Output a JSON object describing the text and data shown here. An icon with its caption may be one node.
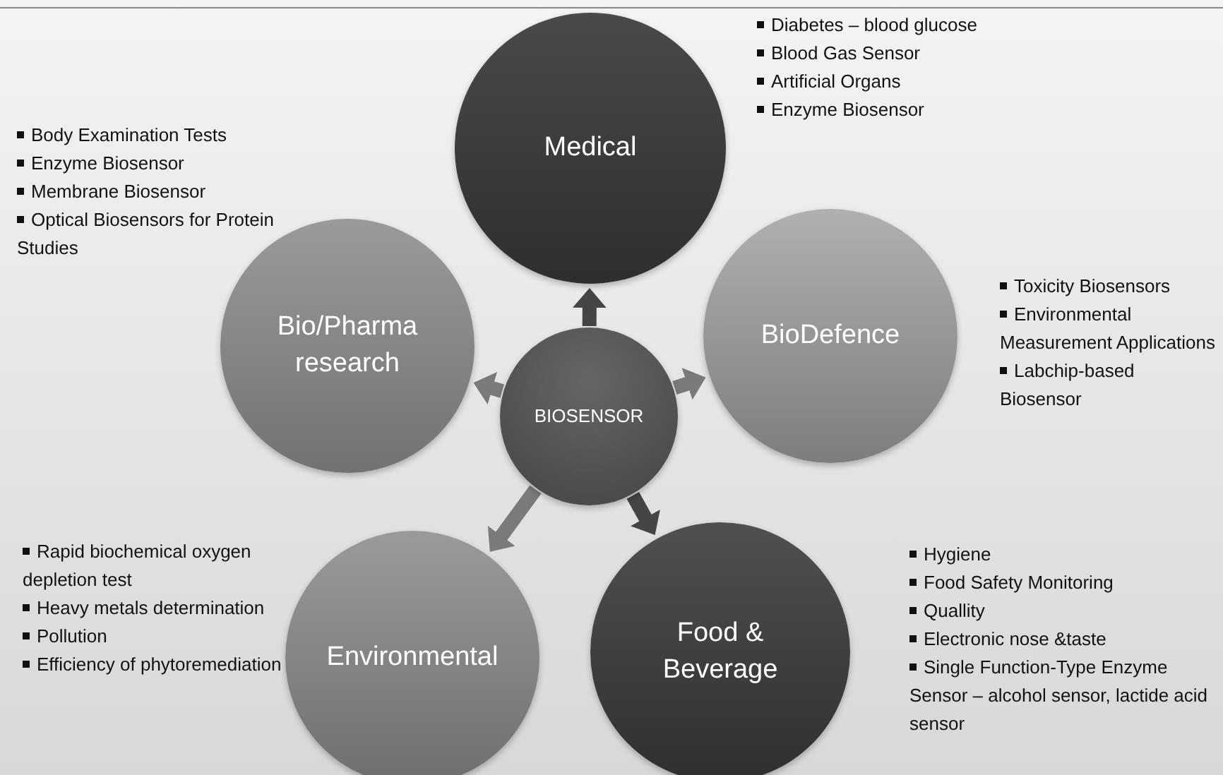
{
  "diagram": {
    "nodes": [
      {
        "text": [
          "BIOSENSOR"
        ]
      },
      {
        "text": [
          "Medical"
        ],
        "beside": [
          "Diabetes – blood glucose",
          "Blood Gas Sensor",
          "Artificial Organs",
          "Enzyme Biosensor"
        ]
      },
      {
        "text": [
          "BioDefence"
        ],
        "beside": [
          "Toxicity Biosensors",
          "Environmental Measurement Applications",
          "Labchip-based Biosensor"
        ]
      },
      {
        "text": [
          "Food & Beverage"
        ],
        "beside": [
          "Hygiene",
          "Food Safety Monitoring",
          "Quallity",
          "Electronic nose &taste",
          "Single Function-Type Enzyme Sensor – alcohol sensor, lactide acid sensor"
        ]
      },
      {
        "text": [
          "Environmental"
        ],
        "beside": [
          "Rapid biochemical oxygen depletion test",
          "Heavy metals determination",
          "Pollution",
          "Efficiency of phytoremediation"
        ]
      },
      {
        "text": [
          "Bio/Pharma research"
        ],
        "beside": [
          "Body Examination Tests",
          "Enzyme Biosensor",
          "Membrane Biosensor",
          "Optical Biosensors for Protein Studies"
        ]
      }
    ],
    "edges": [
      {
        "from": 0,
        "to": 1,
        "arrow": "to"
      },
      {
        "from": 0,
        "to": 2,
        "arrow": "to"
      },
      {
        "from": 0,
        "to": 3,
        "arrow": "to"
      },
      {
        "from": 0,
        "to": 4,
        "arrow": "to"
      },
      {
        "from": 0,
        "to": 5,
        "arrow": "to"
      }
    ]
  }
}
